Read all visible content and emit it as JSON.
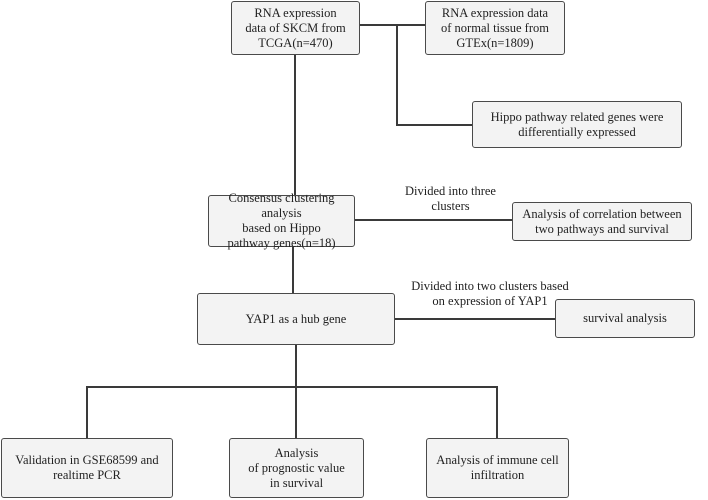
{
  "diagram": {
    "nodes": {
      "tcga": "RNA expression\ndata of SKCM from\nTCGA(n=470)",
      "gtex": "RNA expression data\nof normal tissue from\nGTEx(n=1809)",
      "hippo_de": "Hippo pathway related genes  were\ndifferentially expressed",
      "consensus": "Consensus clustering analysis\nbased on Hippo\npathway genes(n=18)",
      "correlation": "Analysis of  correlation between\ntwo pathways and survival",
      "yap1": "YAP1 as a hub gene",
      "survival": "survival analysis",
      "validation": "Validation in GSE68599 and\nrealtime PCR",
      "prognostic": "Analysis\nof  prognostic value\nin  survival",
      "immune": "Analysis of immune cell\ninfiltration"
    },
    "edge_labels": {
      "three_clusters": "Divided into three\nclusters",
      "two_clusters": "Divided into two clusters based\non expression of YAP1"
    },
    "line_color": "#3a3a3a",
    "box_fill": "#f3f3f3",
    "box_border": "#4a4a4a"
  }
}
